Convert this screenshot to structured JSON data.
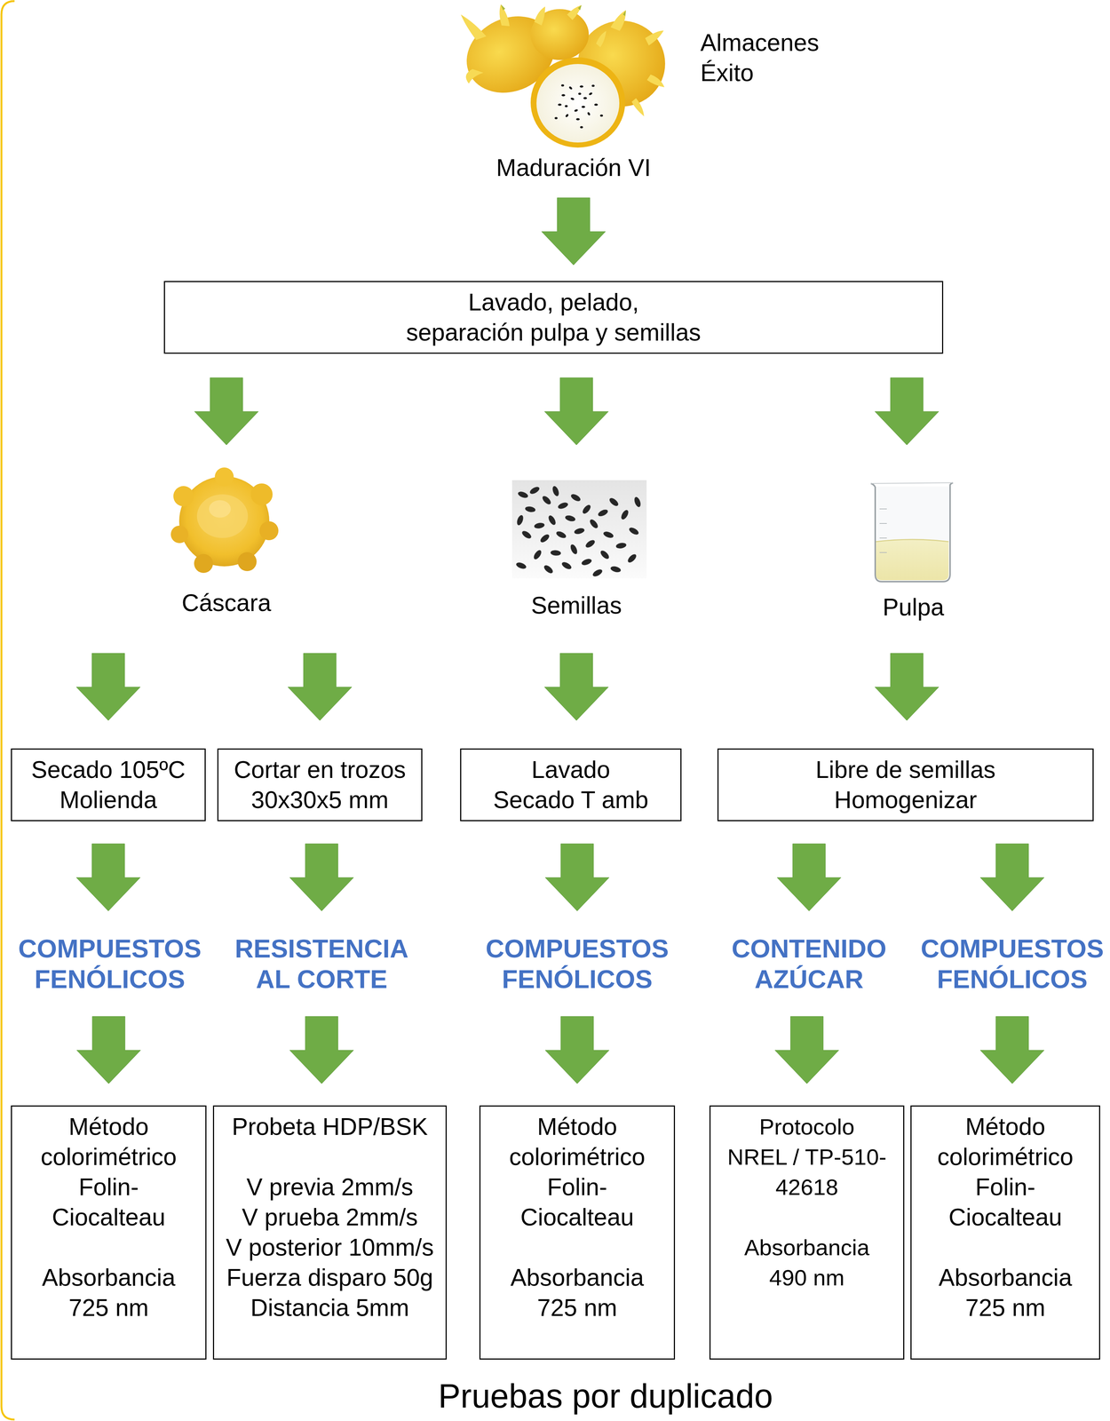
{
  "diagram": {
    "nodes": [
      {
        "text": [
          "Almacenes Éxito",
          "Maduración VI"
        ]
      },
      {
        "text": [
          "Lavado, pelado, separación pulpa y semillas"
        ]
      },
      {
        "text": [
          "Cáscara"
        ]
      },
      {
        "text": [
          "Semillas"
        ]
      },
      {
        "text": [
          "Pulpa"
        ]
      },
      {
        "text": [
          "Secado 105ºC Molienda"
        ]
      },
      {
        "text": [
          "Cortar en trozos 30x30x5 mm"
        ]
      },
      {
        "text": [
          "Lavado Secado T amb"
        ]
      },
      {
        "text": [
          "Libre de semillas Homogenizar"
        ]
      },
      {
        "text": [
          "COMPUESTOS FENÓLICOS"
        ]
      },
      {
        "text": [
          "RESISTENCIA AL CORTE"
        ]
      },
      {
        "text": [
          "COMPUESTOS FENÓLICOS"
        ]
      },
      {
        "text": [
          "CONTENIDO AZÚCAR"
        ]
      },
      {
        "text": [
          "COMPUESTOS FENÓLICOS"
        ]
      },
      {
        "text": [
          "Método colorimétrico Folin- Ciocalteau",
          "Absorbancia 725 nm"
        ]
      },
      {
        "text": [
          "Probeta HDP/BSK",
          "V previa 2mm/s V prueba 2mm/s V posterior 10mm/s Fuerza disparo 50g Distancia 5mm"
        ]
      },
      {
        "text": [
          "Método colorimétrico Folin- Ciocalteau",
          "Absorbancia 725 nm"
        ]
      },
      {
        "text": [
          "Protocolo NREL / TP-510- 42618",
          "Absorbancia 490 nm"
        ]
      },
      {
        "text": [
          "Método colorimétrico Folin- Ciocalteau",
          "Absorbancia 725 nm"
        ]
      }
    ],
    "edges": [
      {
        "from": 0,
        "to": 1,
        "arrow": "to"
      },
      {
        "from": 1,
        "to": 2,
        "arrow": "to"
      },
      {
        "from": 1,
        "to": 3,
        "arrow": "to"
      },
      {
        "from": 1,
        "to": 4,
        "arrow": "to"
      },
      {
        "from": 2,
        "to": 5,
        "arrow": "to"
      },
      {
        "from": 2,
        "to": 6,
        "arrow": "to"
      },
      {
        "from": 3,
        "to": 7,
        "arrow": "to"
      },
      {
        "from": 4,
        "to": 8,
        "arrow": "to"
      },
      {
        "from": 5,
        "to": 9,
        "arrow": "to"
      },
      {
        "from": 6,
        "to": 10,
        "arrow": "to"
      },
      {
        "from": 7,
        "to": 11,
        "arrow": "to"
      },
      {
        "from": 8,
        "to": 12,
        "arrow": "to"
      },
      {
        "from": 8,
        "to": 13,
        "arrow": "to"
      },
      {
        "from": 9,
        "to": 14,
        "arrow": "to"
      },
      {
        "from": 10,
        "to": 15,
        "arrow": "to"
      },
      {
        "from": 11,
        "to": 16,
        "arrow": "to"
      },
      {
        "from": 12,
        "to": 17,
        "arrow": "to"
      },
      {
        "from": 13,
        "to": 18,
        "arrow": "to"
      }
    ],
    "caption": "Pruebas por duplicado"
  }
}
